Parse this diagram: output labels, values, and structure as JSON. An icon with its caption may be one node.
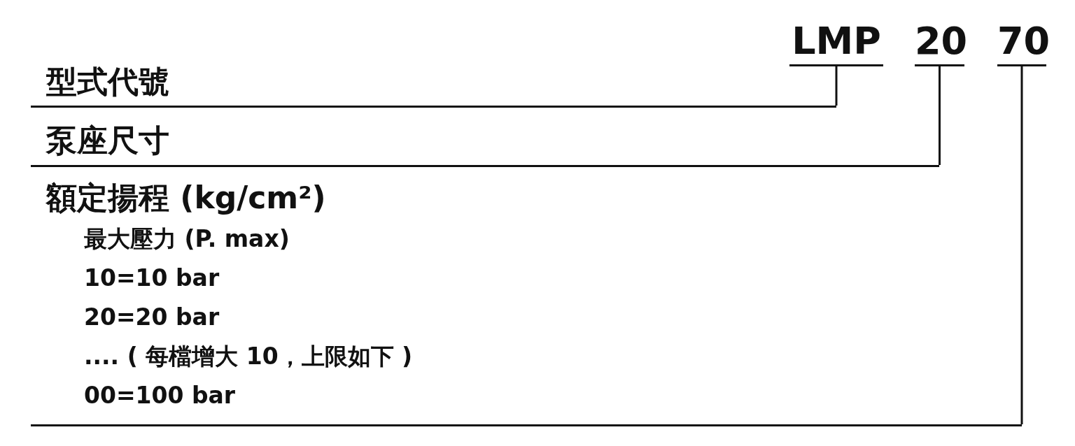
{
  "diagram": {
    "nodes": [
      {
        "text": [
          "LMP"
        ]
      },
      {
        "text": [
          "20"
        ]
      },
      {
        "text": [
          "70"
        ]
      },
      {
        "text": [
          "型式代號"
        ]
      },
      {
        "text": [
          "泵座尺寸"
        ]
      },
      {
        "text": [
          "額定揚程 (kg/cm²)",
          "最大壓力 (P. max)",
          "10=10 bar",
          "20=20 bar",
          ".... ( 每檔增大 10，上限如下 )",
          "00=100 bar"
        ]
      }
    ],
    "edges": [
      {
        "from": 0,
        "to": 3,
        "arrow": "none"
      },
      {
        "from": 1,
        "to": 4,
        "arrow": "none"
      },
      {
        "from": 2,
        "to": 5,
        "arrow": "none"
      }
    ]
  }
}
